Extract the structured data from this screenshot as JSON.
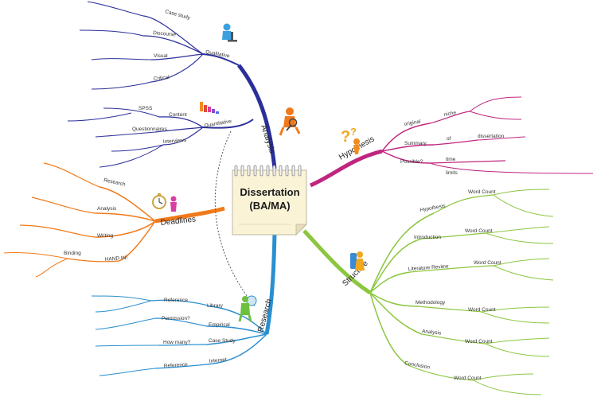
{
  "center": {
    "line1": "Dissertation",
    "line2": "(BA/MA)"
  },
  "branches": {
    "analysis": {
      "label": "Analysis",
      "color": "#2b2f9a",
      "qualitative": {
        "label": "Qualitative",
        "items": [
          "Case study",
          "Discourse",
          "Visual",
          "Critical"
        ]
      },
      "quantitative": {
        "label": "Quantitative",
        "items": [
          "Content",
          "Questionnaires",
          "Interviews"
        ],
        "extra": "SPSS"
      }
    },
    "hypothesis": {
      "label": "Hypothesis",
      "color": "#c0267f",
      "items": [
        {
          "label": "original",
          "sub": "niche"
        },
        {
          "label": "Summary",
          "sub": "of",
          "sub2": "dissertation"
        },
        {
          "label": "Possible?",
          "sub": "time",
          "sub2": "limits"
        }
      ]
    },
    "deadlines": {
      "label": "Deadlines",
      "color": "#f07a1a",
      "items": [
        "Research",
        "Analysis",
        "Writing",
        "HAND IN!"
      ],
      "extra": "Binding"
    },
    "structure": {
      "label": "Structure",
      "color": "#8cc63f",
      "items": [
        "Hypothesis",
        "Introduction",
        "Literature Review",
        "Methodology",
        "Analysis",
        "Conclusion"
      ],
      "wordcount": "Word Count"
    },
    "research": {
      "label": "Research",
      "color": "#2a8fd0",
      "items": [
        {
          "label": "Library",
          "sub": "Reference"
        },
        {
          "label": "Empirical",
          "sub": "Permission?"
        },
        {
          "label": "Case Study",
          "sub": "How many?"
        },
        {
          "label": "Internet",
          "sub": "Reference"
        }
      ]
    }
  }
}
